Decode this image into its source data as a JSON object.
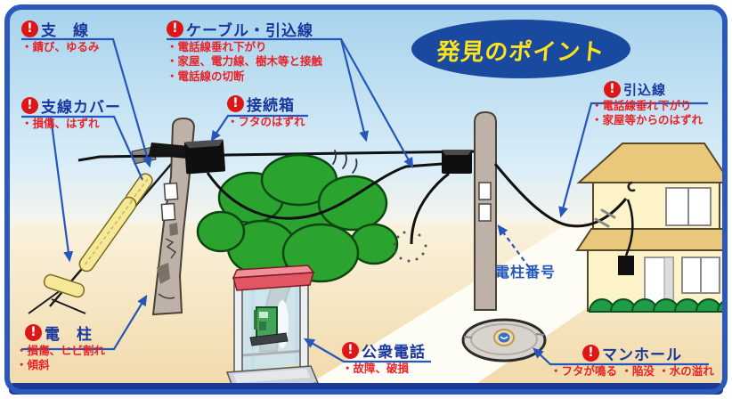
{
  "title": "発見のポイント",
  "labels": {
    "shisen": {
      "name": "支　線",
      "items": [
        "・錆び、ゆるみ"
      ]
    },
    "cable": {
      "name": "ケーブル・引込線",
      "items": [
        "・電話線垂れ下がり",
        "・家屋、電力線、樹木等と接触",
        "・電話線の切断"
      ]
    },
    "shisen_cover": {
      "name": "支線カバー",
      "items": [
        "・損傷、はずれ"
      ]
    },
    "setsuzokubako": {
      "name": "接続箱",
      "items": [
        "・フタのはずれ"
      ]
    },
    "hikikomisen": {
      "name": "引込線",
      "items": [
        "・電話線垂れ下がり",
        "・家屋等からのはずれ"
      ]
    },
    "denchu": {
      "name": "電　柱",
      "items": [
        "・損傷、ヒビ割れ",
        "・傾斜"
      ]
    },
    "koshu_denwa": {
      "name": "公衆電話",
      "items": [
        "・故障、破損"
      ]
    },
    "manhole": {
      "name": "マンホール",
      "items": [
        "・フタが鳴る ・陥没 ・水の溢れ"
      ]
    },
    "denchu_bango": {
      "name": "電柱番号"
    }
  },
  "icons": {
    "warning": "!"
  },
  "colors": {
    "frame_border": "#2a58bc",
    "frame_bottom_bar": "#1c3a94",
    "title_oval_fill": "#1a4a9f",
    "title_text": "#ffe31c",
    "label_title_blue": "#17379e",
    "label_item_red": "#e82328",
    "warning_icon_red": "#dd1618",
    "leader_blue": "#2456bb",
    "sky_top": "#a6d2ec",
    "ground_beige": "#f5e5c2",
    "road_white": "#fdfdf6",
    "tree_green": "#2ba32f",
    "pole_gray": "#beb2a8",
    "cover_yellow": "#f5e896"
  }
}
